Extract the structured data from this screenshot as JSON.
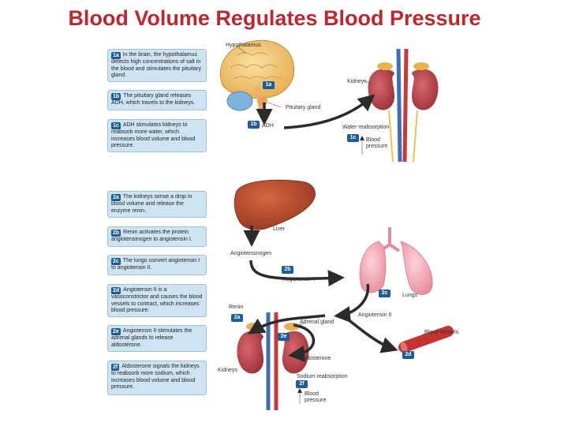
{
  "title": "Blood Volume Regulates Blood Pressure",
  "steps": [
    {
      "id": "1a",
      "text": "In the brain, the hypothalamus detects high concentrations of salt in the blood and stimulates the pituitary gland."
    },
    {
      "id": "1b",
      "text": "The pituitary gland releases ADH, which travels to the kidneys."
    },
    {
      "id": "1c",
      "text": "ADH stimulates kidneys to reabsorb more water, which increases blood volume and blood pressure."
    },
    {
      "id": "2a",
      "text": "The kidneys sense a drop in blood volume and release the enzyme renin."
    },
    {
      "id": "2b",
      "text": "Renin activates the protein angiotensinogen to angiotensin I."
    },
    {
      "id": "2c",
      "text": "The lungs convert angiotensin I to angiotensin II."
    },
    {
      "id": "2d",
      "text": "Angiotensin II is a vasoconstrictor and causes the blood vessels to contract, which increases blood pressure."
    },
    {
      "id": "2e",
      "text": "Angiotensin II stimulates the adrenal glands to release aldosterone."
    },
    {
      "id": "2f",
      "text": "Aldosterone signals the kidneys to reabsorb more sodium, which increases blood volume and blood pressure."
    }
  ],
  "labels": {
    "hypothalamus": "Hypothalamus",
    "kidneys_top": "Kidneys",
    "pituitary": "Pituitary gland",
    "adh": "ADH",
    "water": "Water reabsorption",
    "bp_top": "Blood pressure",
    "liver": "Liver",
    "angiotensinogen": "Angiotensinogen",
    "angiotensin1": "Angiotensin I",
    "lungs": "Lungs",
    "angiotensin2": "Angiotensin II",
    "renin": "Renin",
    "adrenal": "Adrenal gland",
    "vessels": "Blood vessels",
    "aldosterone": "Aldosterone",
    "kidneys_bottom": "Kidneys",
    "sodium": "Sodium reabsorption",
    "bp_bottom": "Blood pressure"
  },
  "markers": {
    "m1a": "1a",
    "m1b": "1b",
    "m1c": "1c",
    "m2a": "2a",
    "m2b": "2b",
    "m2c": "2c",
    "m2d": "2d",
    "m2e": "2e",
    "m2f": "2f"
  },
  "colors": {
    "title": "#c0272d",
    "step_box": "#cfe4f3",
    "badge": "#1d5c9c",
    "kidney": "#b8434a",
    "liver": "#b5492a",
    "lung": "#f1a9b4",
    "brain": "#f2c36b"
  }
}
